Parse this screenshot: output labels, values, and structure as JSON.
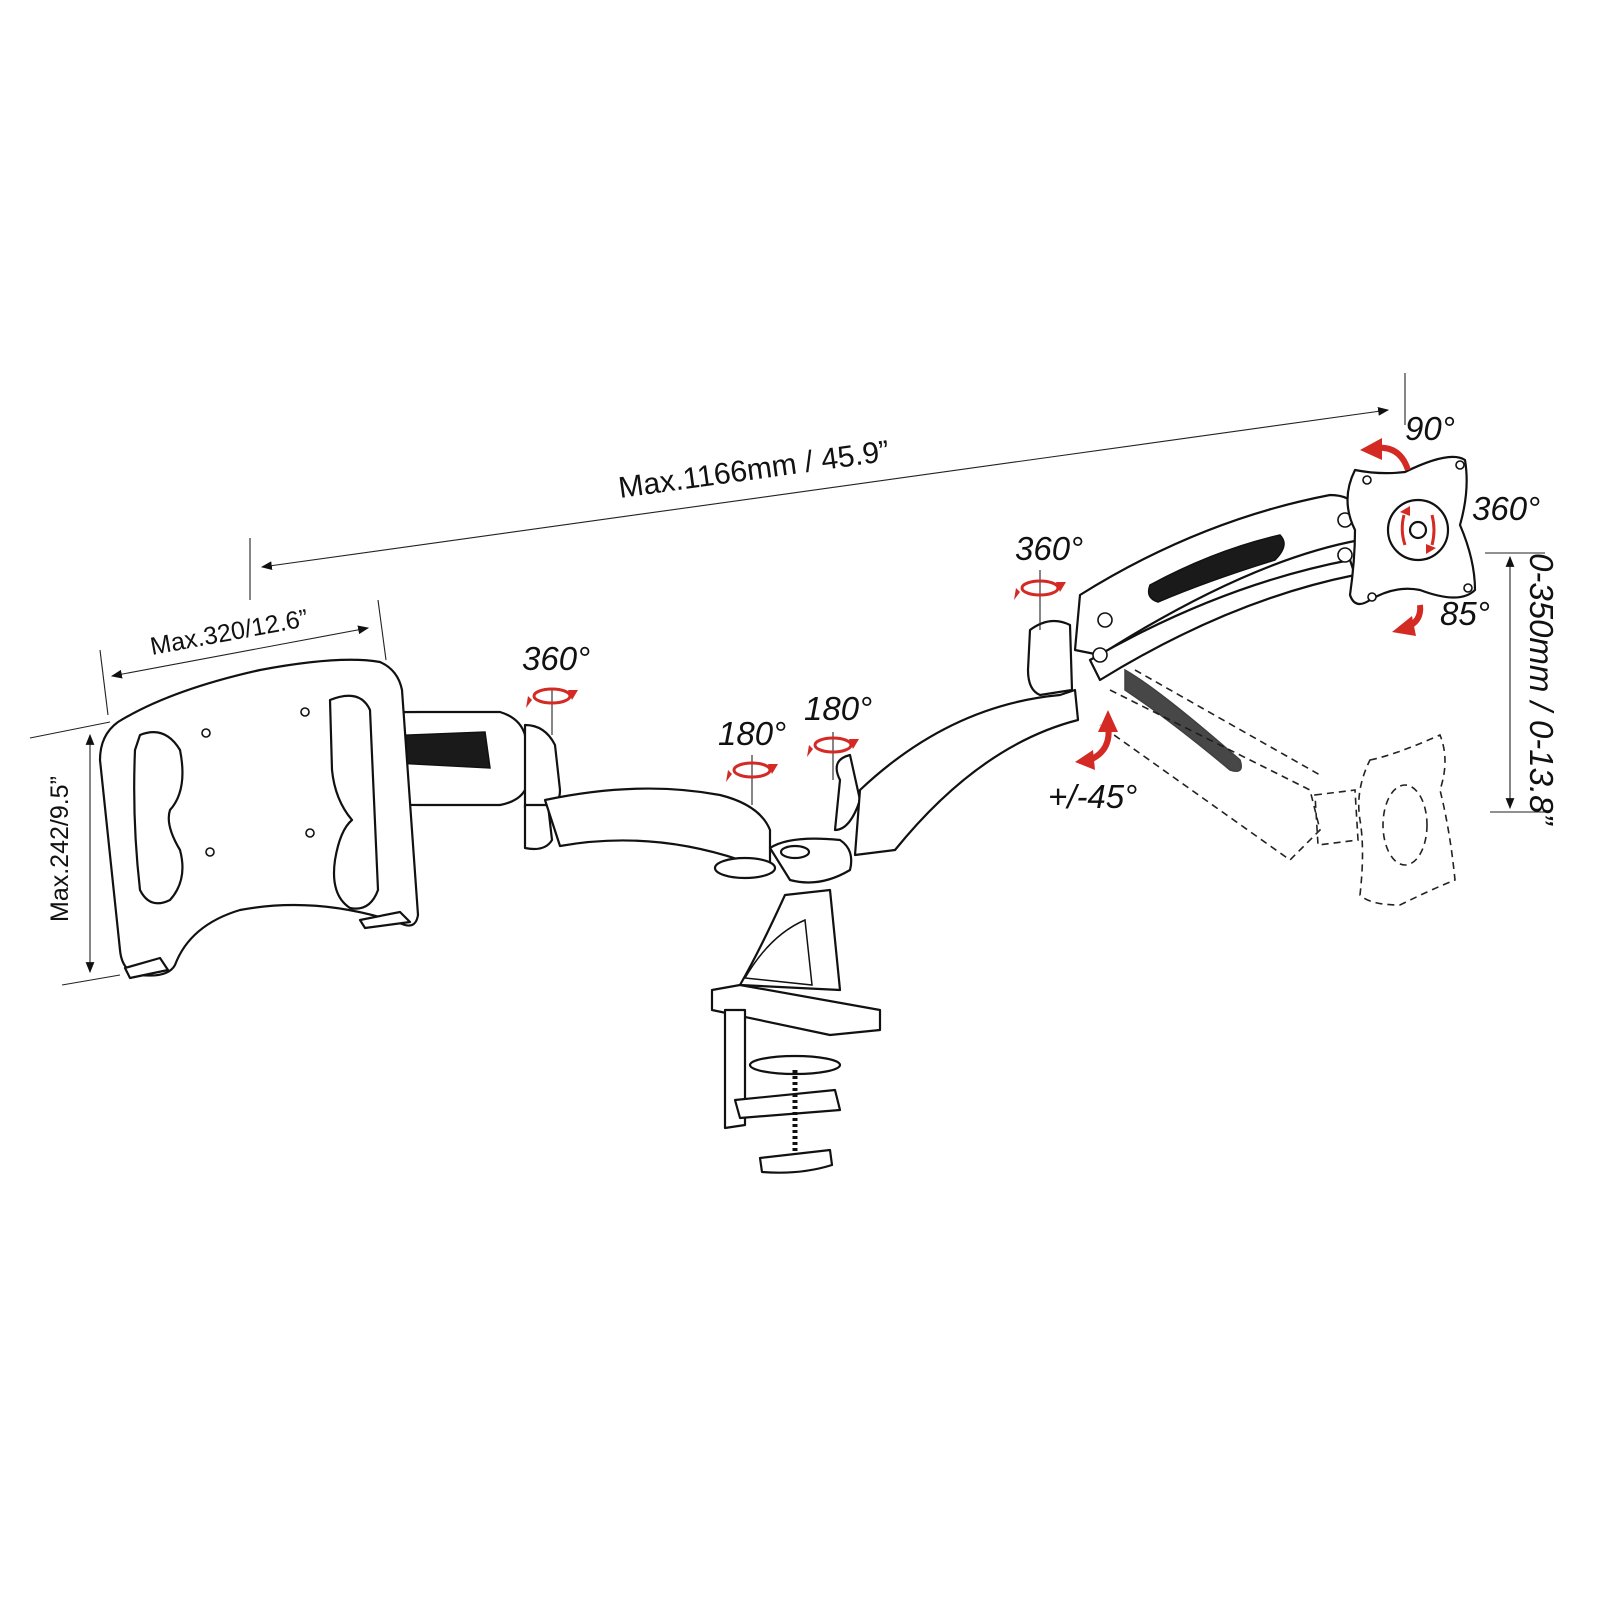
{
  "dimensions": {
    "total_reach": "Max.1166mm / 45.9”",
    "tray_width": "Max.320/12.6”",
    "tray_height": "Max.242/9.5”",
    "height_adjust": "0-350mm / 0-13.8”"
  },
  "angles": {
    "left_arm_swivel": "360°",
    "left_base_rotation": "180°",
    "right_base_rotation": "180°",
    "right_arm_swivel": "360°",
    "vesa_swivel": "90°",
    "vesa_rotation": "360°",
    "vesa_tilt": "85°",
    "arm_tilt": "+/-45°"
  },
  "colors": {
    "line": "#111111",
    "rotation_arrow": "#d42a24",
    "background": "#ffffff"
  }
}
